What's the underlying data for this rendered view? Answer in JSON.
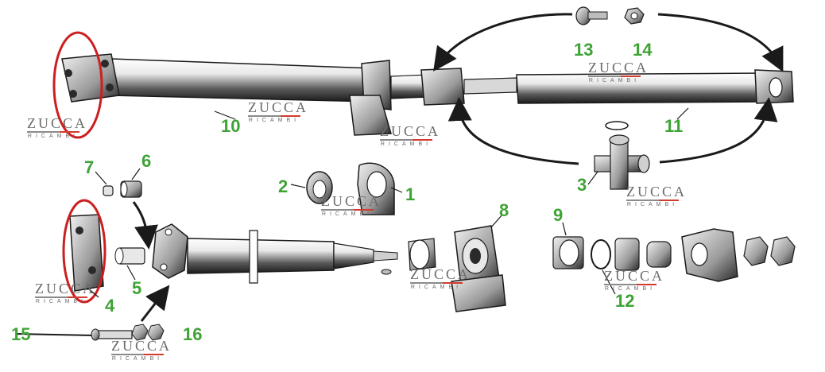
{
  "callouts": {
    "c1": "1",
    "c2": "2",
    "c3": "3",
    "c4": "4",
    "c5": "5",
    "c6": "6",
    "c7": "7",
    "c8": "8",
    "c9": "9",
    "c10": "10",
    "c11": "11",
    "c12": "12",
    "c13": "13",
    "c14": "14",
    "c15": "15",
    "c16": "16"
  },
  "watermark": {
    "brand": "ZUCCA",
    "sub": "RICAMBI"
  },
  "colors": {
    "callout": "#3ea335",
    "highlight_ring": "#cc1f1f",
    "line_art": "#1a1a1a",
    "brand_red": "#d23a2c"
  }
}
